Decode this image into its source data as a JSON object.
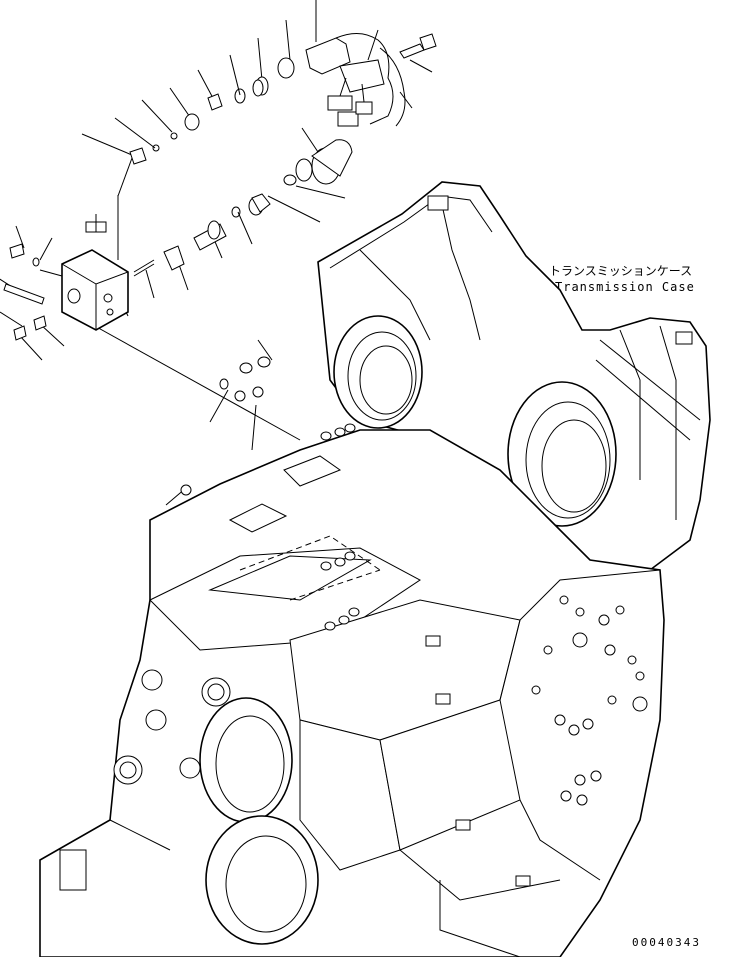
{
  "callout": {
    "japanese": "トランスミッションケース",
    "english": "Transmission Case"
  },
  "drawing_number": "00040343"
}
